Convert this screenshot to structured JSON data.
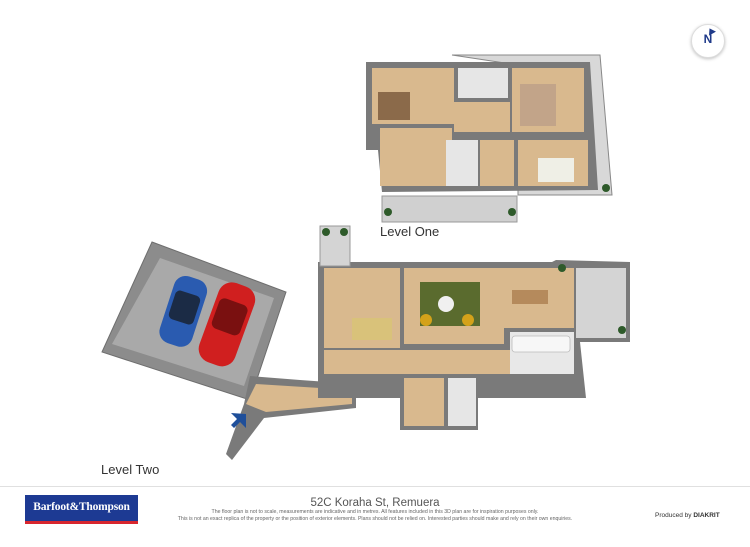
{
  "levels": {
    "one": "Level One",
    "two": "Level Two"
  },
  "compass": {
    "letter": "N",
    "icon": "north-compass-icon"
  },
  "footer": {
    "brand": "Barfoot&Thompson",
    "address": "52C Koraha St, Remuera",
    "disclaimer_line1": "The floor plan is not to scale, measurements are indicative and in metres. All features included in this 3D plan are for inspiration purposes only.",
    "disclaimer_line2": "This is not an exact replica of the property or the position of exterior elements. Plans should not be relied on. Interested parties should make and rely on their own enquiries.",
    "producer_prefix": "Produced by",
    "producer_name": "DIAKRIT"
  },
  "colors": {
    "wall": "#6e6e6e",
    "wall_top": "#8a8a8a",
    "floor_wood": "#d9b98e",
    "deck": "#cfcfcf",
    "garage_floor": "#9e9e9e",
    "tile": "#e6e6e6",
    "brand_blue": "#1d3a93",
    "brand_red": "#d8262e",
    "car_blue": "#2a5bb0",
    "car_red": "#d01f1f",
    "entry_arrow": "#1f4f9a"
  },
  "icons": [
    "entry-arrow-icon",
    "north-compass-icon"
  ]
}
